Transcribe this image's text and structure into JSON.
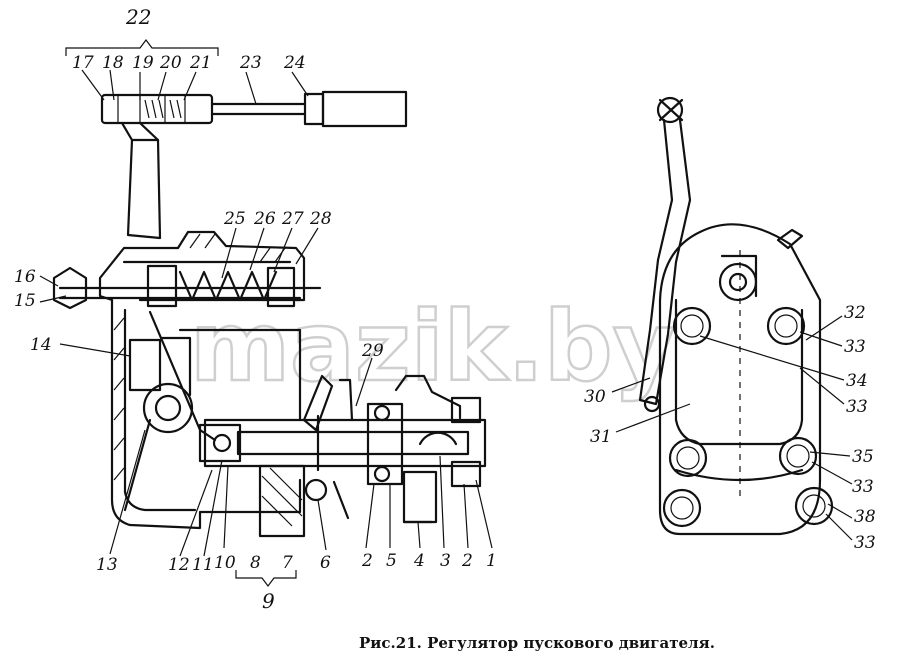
{
  "watermark": "mazik.by",
  "caption": "Рис.21. Регулятор пускового двигателя.",
  "labels": {
    "l1": "1",
    "l2": "2",
    "l3": "3",
    "l4": "4",
    "l5": "5",
    "l6": "6",
    "l7": "7",
    "l8": "8",
    "l9": "9",
    "l10": "10",
    "l11": "11",
    "l12": "12",
    "l13": "13",
    "l14": "14",
    "l15": "15",
    "l16": "16",
    "l17": "17",
    "l18": "18",
    "l19": "19",
    "l20": "20",
    "l21": "21",
    "l22": "22",
    "l23": "23",
    "l24": "24",
    "l25": "25",
    "l26": "26",
    "l27": "27",
    "l28": "28",
    "l29": "29",
    "l30": "30",
    "l31": "31",
    "l32": "32",
    "l33": "33",
    "l34": "34",
    "l35": "35",
    "l38": "38"
  }
}
